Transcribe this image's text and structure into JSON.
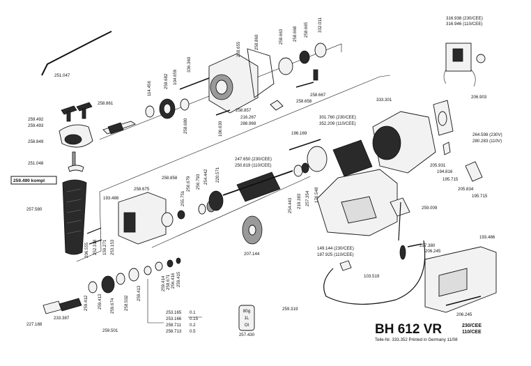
{
  "title": {
    "model": "BH 612 VR",
    "voltage_1": "230/CEE",
    "voltage_2": "110/CEE",
    "footer": "Teile-Nr. 333.352 Printed in Germany 11/08"
  },
  "callout_box": {
    "label": "259.490 kompl"
  },
  "grease_can": {
    "line1": "80g",
    "line2": "1L",
    "line3": "Ol",
    "part_no": "257.430"
  },
  "shim_table": {
    "rows": [
      {
        "part": "253.165",
        "size": "0.1"
      },
      {
        "part": "253.166",
        "size": "0.15"
      },
      {
        "part": "258.711",
        "size": "0.2"
      },
      {
        "part": "258.713",
        "size": "0.5"
      }
    ]
  },
  "labels": {
    "l251047": "251.047",
    "l259492": "259.492",
    "l259493": "259.493",
    "l258849": "258.849",
    "l251048": "251.048",
    "l257580": "257.580",
    "l258861": "258.861",
    "l114456": "114.456",
    "l258682": "258.682",
    "l104659": "104.659",
    "l258680": "258.680",
    "l336360": "336.360",
    "l258655": "258.655",
    "l258860": "258.860",
    "l258663": "258.663",
    "l258668": "258.668",
    "l258665": "258.665",
    "l332011": "332.011",
    "l258667": "258.667",
    "l258658": "258.658",
    "l258857": "258.857",
    "l216267": "216.267",
    "l288969": "288.969",
    "l106630": "106.630",
    "l316938": "316.938 (230/CEE)",
    "l316946": "316.946 (110/CEE)",
    "l333301": "333.301",
    "l206903": "206.903",
    "l301760": "301.760 (230/CEE)",
    "l352209": "352.209 (110/CEE)",
    "l196169": "196.169",
    "l264598": "264.598 (230V)",
    "l280283": "280.283 (110V)",
    "l247650": "247.650 (230/CEE)",
    "l250819": "250.819 (110/CEE)",
    "l205931": "205.931",
    "l194816": "194.816",
    "l195715a": "195.715",
    "l205834": "205.834",
    "l195715b": "195.715",
    "l193488a": "193.488",
    "l258675": "258.675",
    "l258858": "258.858",
    "l256679": "256.679",
    "l255751": "255.751",
    "l256793": "256.793",
    "l254442": "254.442",
    "l220571": "220.571",
    "l254443": "254.443",
    "l219383": "219.383",
    "l257354": "257.354",
    "l176548": "176.548",
    "l259009": "259.009",
    "l206555": "206.555",
    "l252318": "252.318",
    "l159271": "159.271",
    "l253153": "253.153",
    "l207144": "207.144",
    "l149144": "149.144 (230/CEE)",
    "l187925": "187.925 (110/CEE)",
    "l257380": "257.380",
    "l206245a": "206.245",
    "l193486": "193.486",
    "l103519": "103.519",
    "l259319": "259.319",
    "l206245b": "206.245",
    "l259412": "259.412",
    "l259413a": "259.413",
    "l259674": "259.674",
    "l258502": "258.502",
    "l259413b": "259.413",
    "l259414": "259.414",
    "l258671": "258.671",
    "l256416": "256.416",
    "l259415": "259.415",
    "l259501": "259.501",
    "l233387": "233.387",
    "l227188": "227.188"
  }
}
